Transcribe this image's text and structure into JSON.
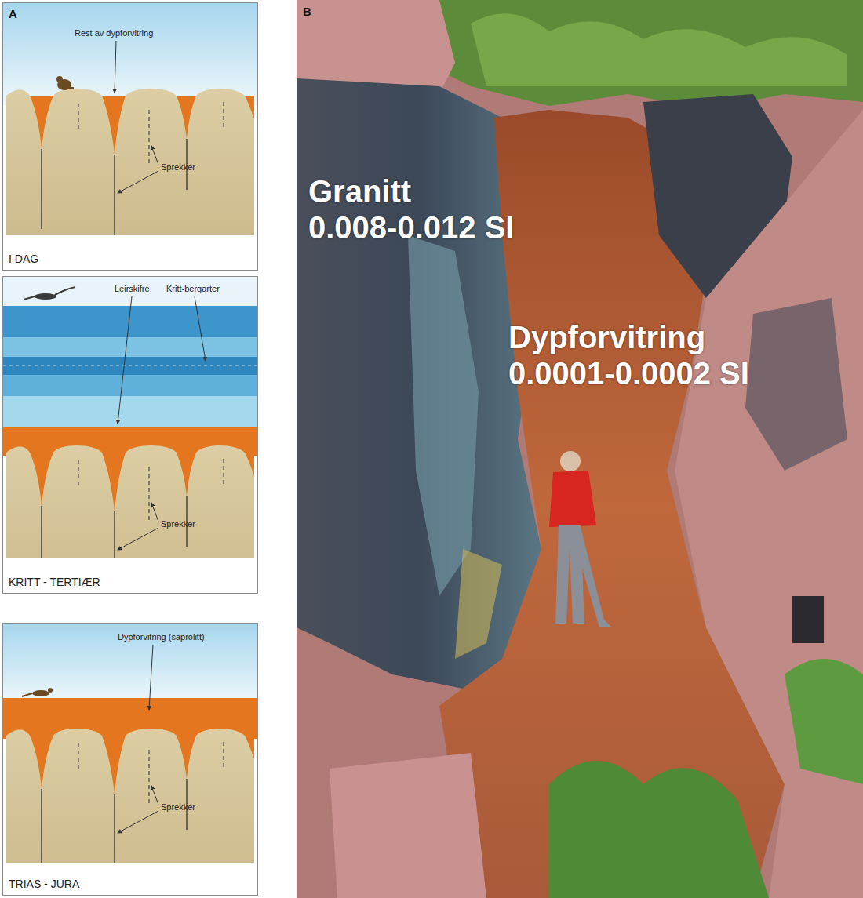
{
  "diagram": {
    "nodes": [
      {
        "text": [
          "I DAG"
        ]
      },
      {
        "text": [
          "KRITT - TERTIÆR"
        ]
      },
      {
        "text": [
          "TRIAS - JURA"
        ]
      }
    ],
    "labels": [
      "A",
      "Rest av dypforvitring",
      "Sprekker",
      "Leirskifre",
      "Kritt-bergarter",
      "Sprekker",
      "Dypforvitring (saprolitt)",
      "Sprekker",
      "B",
      "Granitt",
      "0.008-0.012 SI",
      "Dypforvitring",
      "0.0001-0.0002 SI"
    ]
  }
}
